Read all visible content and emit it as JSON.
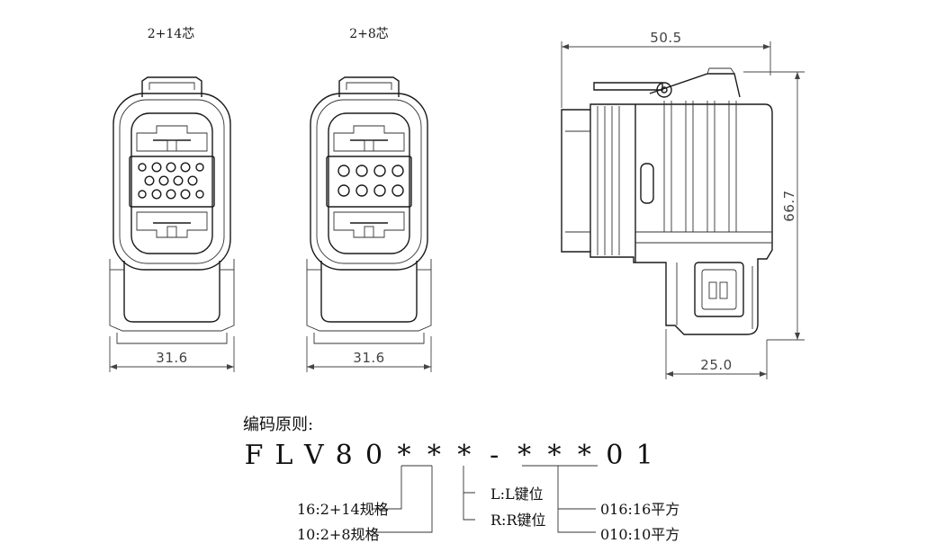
{
  "views": {
    "front_14": {
      "title": "2+14芯",
      "width_dim": "31.6"
    },
    "front_8": {
      "title": "2+8芯",
      "width_dim": "31.6"
    },
    "side": {
      "width_dim": "50.5",
      "height_dim": "66.7",
      "base_dim": "25.0"
    }
  },
  "coding": {
    "header": "编码原则:",
    "code_chars": [
      "F",
      "L",
      "V",
      "8",
      "0",
      "*",
      "*",
      "*",
      "-",
      "*",
      "*",
      "*",
      "0",
      "1"
    ],
    "legend": {
      "core_16": "16:2+14规格",
      "core_10": "10:2+8规格",
      "key_l": "L:L键位",
      "key_r": "R:R键位",
      "wire_16": "016:16平方",
      "wire_10": "010:10平方"
    }
  }
}
